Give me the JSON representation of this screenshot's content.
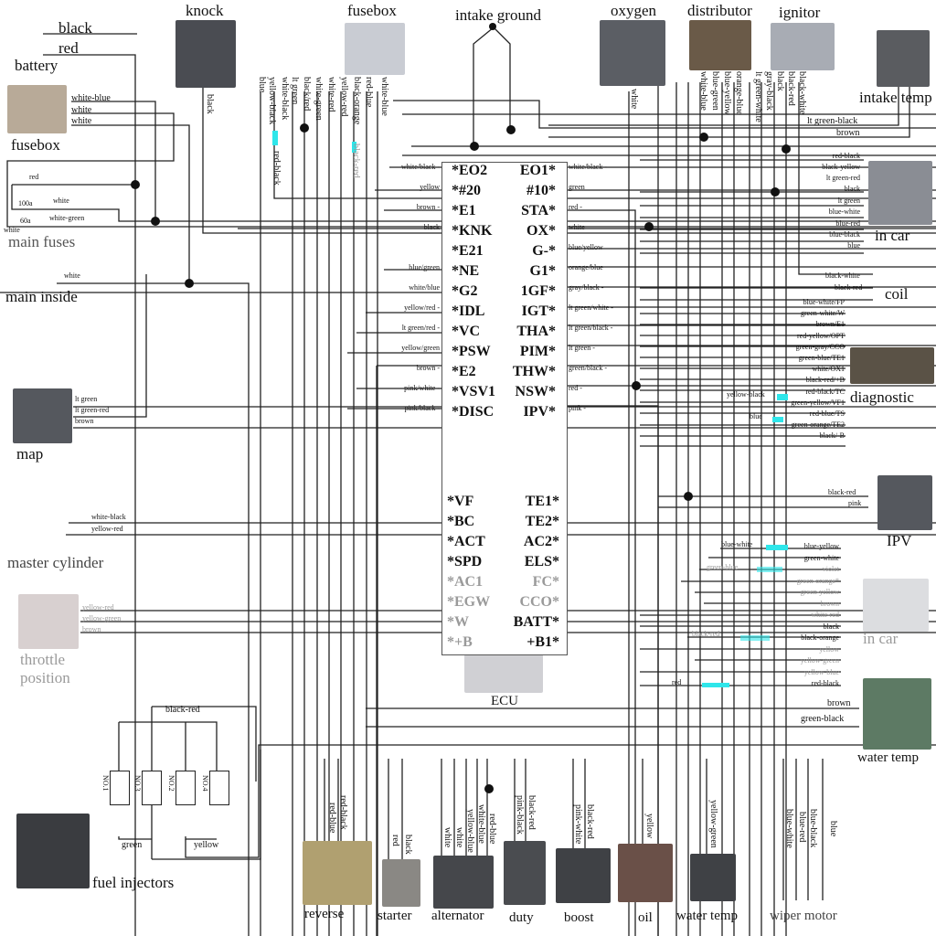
{
  "title": "ECU wiring diagram",
  "components": {
    "battery": {
      "label": "battery",
      "wires": [
        "black",
        "red"
      ]
    },
    "knock": {
      "label": "knock",
      "wires": [
        "black"
      ]
    },
    "fusebox_top": {
      "label": "fusebox",
      "wires": [
        "white-blue",
        "red-blue",
        "black-orange",
        "yellow-red",
        "white-red",
        "white-green",
        "black/red",
        "lt green",
        "white-black",
        "yellow-black",
        "blue",
        "red-black",
        "black-red"
      ]
    },
    "intake_ground": {
      "label": "intake ground"
    },
    "oxygen": {
      "label": "oxygen",
      "wires": [
        "white"
      ]
    },
    "distributor": {
      "label": "distributor",
      "wires": [
        "white-blue",
        "blue-green",
        "blue-yellow",
        "orange-blue"
      ]
    },
    "ignitor": {
      "label": "ignitor",
      "wires": [
        "lt green-white",
        "gray-black",
        "black",
        "black-red",
        "black-white"
      ]
    },
    "intake_temp": {
      "label": "intake temp",
      "wires": [
        "lt green-black",
        "brown"
      ]
    },
    "fusebox_left": {
      "label": "fusebox",
      "wires": [
        "white-blue",
        "white",
        "white"
      ]
    },
    "main_fuses": {
      "label": "main fuses",
      "wires": [
        "red",
        "white",
        "white-green",
        "white"
      ],
      "ratings": [
        "100a",
        "60a"
      ]
    },
    "main_inside": {
      "label": "main inside",
      "wires": [
        "white"
      ]
    },
    "in_car_1": {
      "label": "in car",
      "wires": [
        "red-black",
        "black-yellow",
        "lt green-red",
        "black",
        "lt green",
        "blue-white",
        "blue-red",
        "blue-black",
        "blue"
      ]
    },
    "coil": {
      "label": "coil",
      "wires": [
        "black-white",
        "black-red"
      ]
    },
    "diagnostic": {
      "label": "diagnostic",
      "wires": [
        "blue-white/FP",
        "green-white/W",
        "brown/E1",
        "red-yellow/OPT",
        "green-gray/CCO",
        "green-blue/TE1",
        "white/OX1",
        "black-red/+B",
        "red-black/TC",
        "green-yellow/VF1",
        "red-blue/TS",
        "green-orange/TE2",
        "black/-B"
      ],
      "extra_wires": [
        "yellow-black",
        "blue"
      ]
    },
    "map": {
      "label": "map",
      "wires": [
        "lt green",
        "lt green-red",
        "brown"
      ]
    },
    "ipv": {
      "label": "IPV",
      "wires": [
        "black-red",
        "pink"
      ]
    },
    "master_cylinder": {
      "label": "master cylinder",
      "wires": [
        "white-black",
        "yellow-red"
      ]
    },
    "throttle": {
      "label": "throttle position",
      "wires": [
        "yellow-red",
        "yellow-green",
        "brown"
      ]
    },
    "in_car_2": {
      "label": "in car",
      "wires": [
        "blue-yellow",
        "green-white",
        "violet",
        "green-orange*",
        "green-yellow",
        "brown",
        "white-red",
        "black",
        "black-orange",
        "yellow",
        "yellow-green",
        "yellow-blue",
        "red-black"
      ],
      "left_wires": [
        "blue-white",
        "green-blue",
        "black-red",
        "red"
      ]
    },
    "water_temp_right": {
      "label": "water temp",
      "wires": [
        "brown",
        "green-black"
      ]
    },
    "fuel_injectors": {
      "label": "fuel injectors",
      "top_wire": "black-red",
      "bottom_wires": [
        "green",
        "yellow"
      ],
      "injectors": [
        "NO.1",
        "NO.3",
        "NO.2",
        "NO.4"
      ]
    },
    "reverse": {
      "label": "reverse",
      "wires": [
        "red-blue",
        "red-black"
      ]
    },
    "starter": {
      "label": "starter",
      "wires": [
        "red",
        "black"
      ]
    },
    "alternator": {
      "label": "alternator",
      "wires": [
        "white",
        "white",
        "yellow-blue",
        "white-blue",
        "red-blue"
      ]
    },
    "duty": {
      "label": "duty",
      "wires": [
        "pink-black",
        "black-red"
      ]
    },
    "boost": {
      "label": "boost",
      "wires": [
        "pink-white",
        "black-red"
      ]
    },
    "oil": {
      "label": "oil",
      "wires": [
        "yellow"
      ]
    },
    "water_temp_bottom": {
      "label": "water temp",
      "wires": [
        "yellow-green"
      ]
    },
    "wiper_motor": {
      "label": "wiper motor",
      "wires": [
        "blue-white",
        "blue-red",
        "blue-black",
        "blue"
      ]
    }
  },
  "ecu": {
    "label": "ECU",
    "left_pins": [
      "*EO2",
      "*#20",
      "*E1",
      "*KNK",
      "*E21",
      "*NE",
      "*G2",
      "*IDL",
      "*VC",
      "*PSW",
      "*E2",
      "*VSV1",
      "*DISC"
    ],
    "right_pins": [
      "EO1*",
      "#10*",
      "STA*",
      "OX*",
      "G-*",
      "G1*",
      "1GF*",
      "IGT*",
      "THA*",
      "PIM*",
      "THW*",
      "NSW*",
      "IPV*"
    ],
    "left_wires": [
      "white/black -",
      "yellow",
      "brown -",
      "black",
      "",
      "blue/green",
      "white/blue",
      "yellow/red -",
      "lt green/red -",
      "yellow/green",
      "brown -",
      "pink/white -",
      "pink/black -"
    ],
    "right_wires": [
      "white/black -",
      "green",
      "red -",
      "white",
      "blue/yellow",
      "orange/blue",
      "gray/black -",
      "lt green/white -",
      "lt green/black -",
      "lt green -",
      "green/black -",
      "red -",
      "pink -"
    ],
    "lower_left_pins": [
      "*VF",
      "*BC",
      "*ACT",
      "*SPD",
      "*AC1",
      "*EGW",
      "*W",
      "*+B"
    ],
    "lower_right_pins": [
      "TE1*",
      "TE2*",
      "AC2*",
      "ELS*",
      "FC*",
      "CCO*",
      "BATT*",
      "+B1*"
    ],
    "lower_grey_left": [
      false,
      false,
      false,
      false,
      true,
      true,
      true,
      true
    ],
    "lower_grey_right": [
      false,
      false,
      false,
      false,
      true,
      true,
      false,
      false
    ]
  },
  "colors": {
    "wire": "#111111",
    "highlight": "#2ee6ea",
    "faded": "#9a9a9a"
  }
}
